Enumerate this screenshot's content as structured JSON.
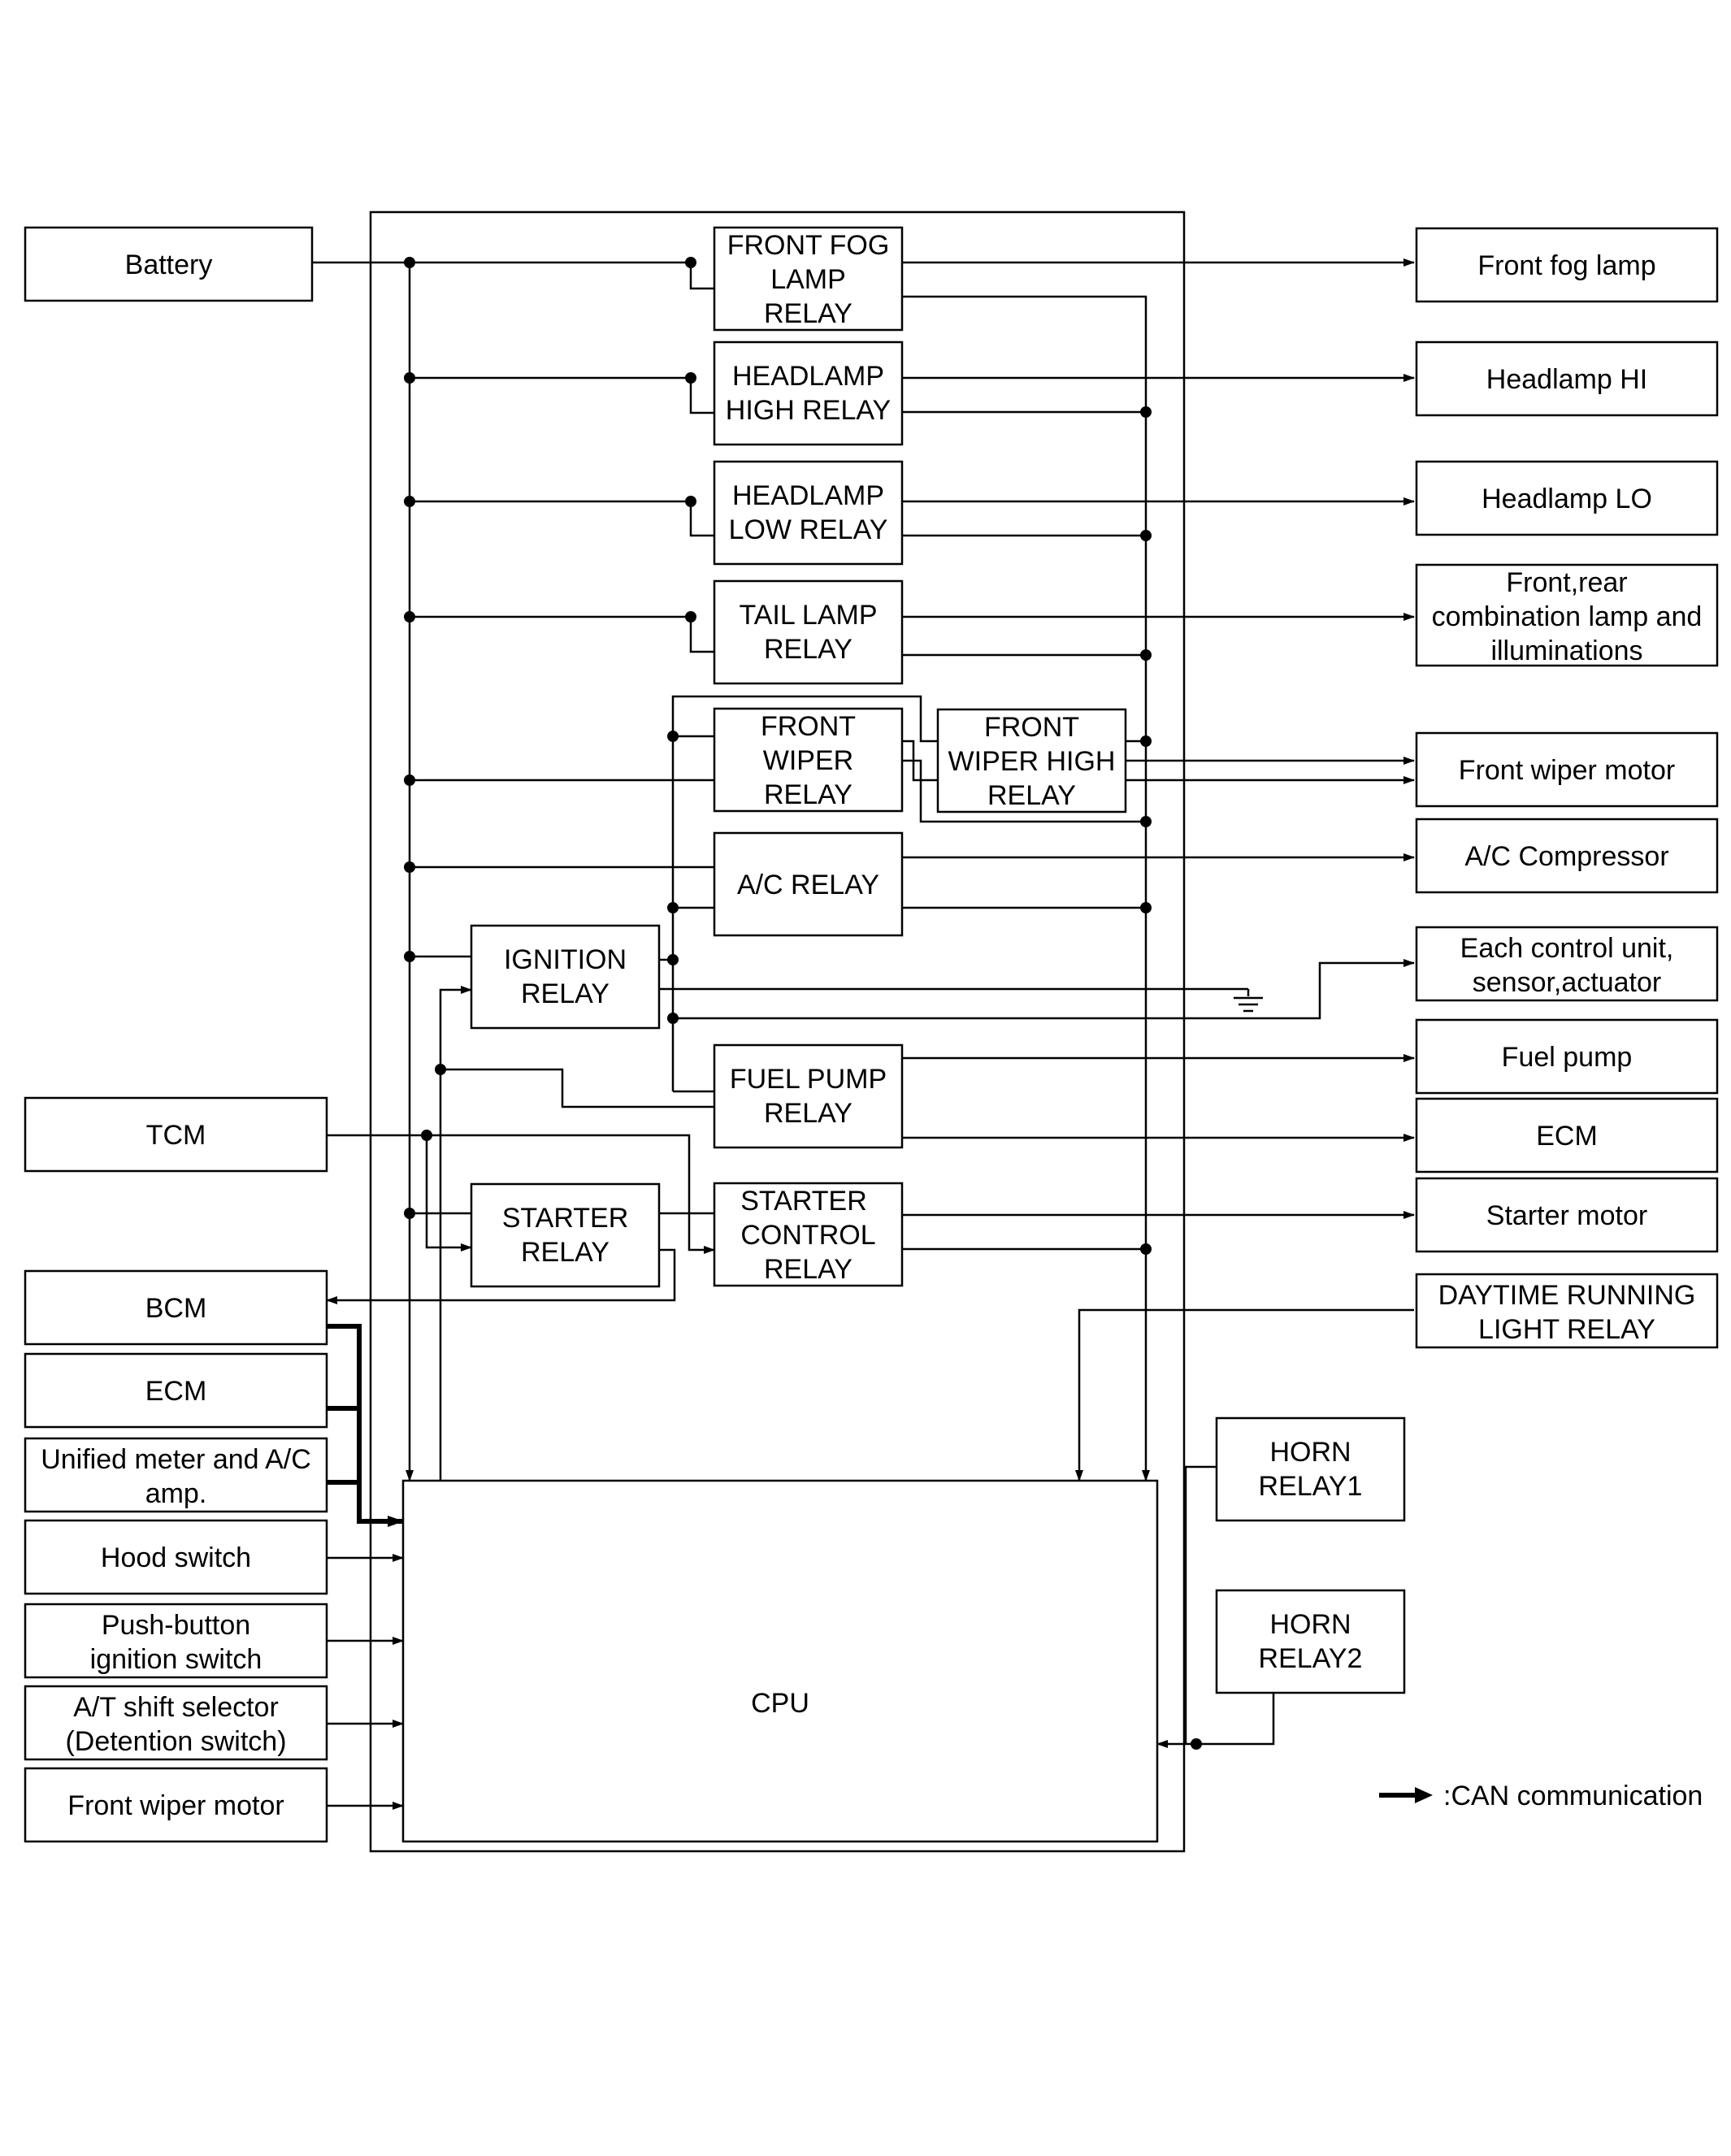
{
  "blocks": {
    "battery": [
      "Battery"
    ],
    "tcm": [
      "TCM"
    ],
    "bcm": [
      "BCM"
    ],
    "ecm_left": [
      "ECM"
    ],
    "unified_meter": [
      "Unified meter and A/C",
      "amp."
    ],
    "hood_switch": [
      "Hood switch"
    ],
    "push_button": [
      "Push-button",
      "ignition switch"
    ],
    "at_shift": [
      "A/T shift selector",
      "(Detention switch)"
    ],
    "front_wiper_motor_in": [
      "Front wiper motor"
    ],
    "front_fog_relay": [
      "FRONT FOG",
      "LAMP",
      "RELAY"
    ],
    "headlamp_high_relay": [
      "HEADLAMP",
      "HIGH RELAY"
    ],
    "headlamp_low_relay": [
      "HEADLAMP",
      "LOW RELAY"
    ],
    "tail_lamp_relay": [
      "TAIL LAMP",
      "RELAY"
    ],
    "front_wiper_relay": [
      "FRONT",
      "WIPER",
      "RELAY"
    ],
    "front_wiper_high_relay": [
      "FRONT",
      "WIPER HIGH",
      "RELAY"
    ],
    "ac_relay": [
      "A/C RELAY"
    ],
    "ignition_relay": [
      "IGNITION",
      "RELAY"
    ],
    "fuel_pump_relay": [
      "FUEL PUMP",
      "RELAY"
    ],
    "starter_relay": [
      "STARTER",
      "RELAY"
    ],
    "starter_control_relay": [
      "STARTER",
      "CONTROL",
      "RELAY"
    ],
    "cpu": [
      "CPU"
    ],
    "horn_relay1": [
      "HORN",
      "RELAY1"
    ],
    "horn_relay2": [
      "HORN",
      "RELAY2"
    ],
    "front_fog_lamp": [
      "Front fog lamp"
    ],
    "headlamp_hi": [
      "Headlamp HI"
    ],
    "headlamp_lo": [
      "Headlamp LO"
    ],
    "combination_lamp": [
      "Front,rear",
      "combination lamp and",
      "illuminations"
    ],
    "front_wiper_motor_out": [
      "Front wiper motor"
    ],
    "ac_compressor": [
      "A/C Compressor"
    ],
    "each_control_unit": [
      "Each control unit,",
      "sensor,actuator"
    ],
    "fuel_pump": [
      "Fuel pump"
    ],
    "ecm_right": [
      "ECM"
    ],
    "starter_motor": [
      "Starter motor"
    ],
    "daytime_running": [
      "DAYTIME RUNNING",
      "LIGHT RELAY"
    ]
  },
  "legend": {
    "can_label": ":CAN communication"
  }
}
